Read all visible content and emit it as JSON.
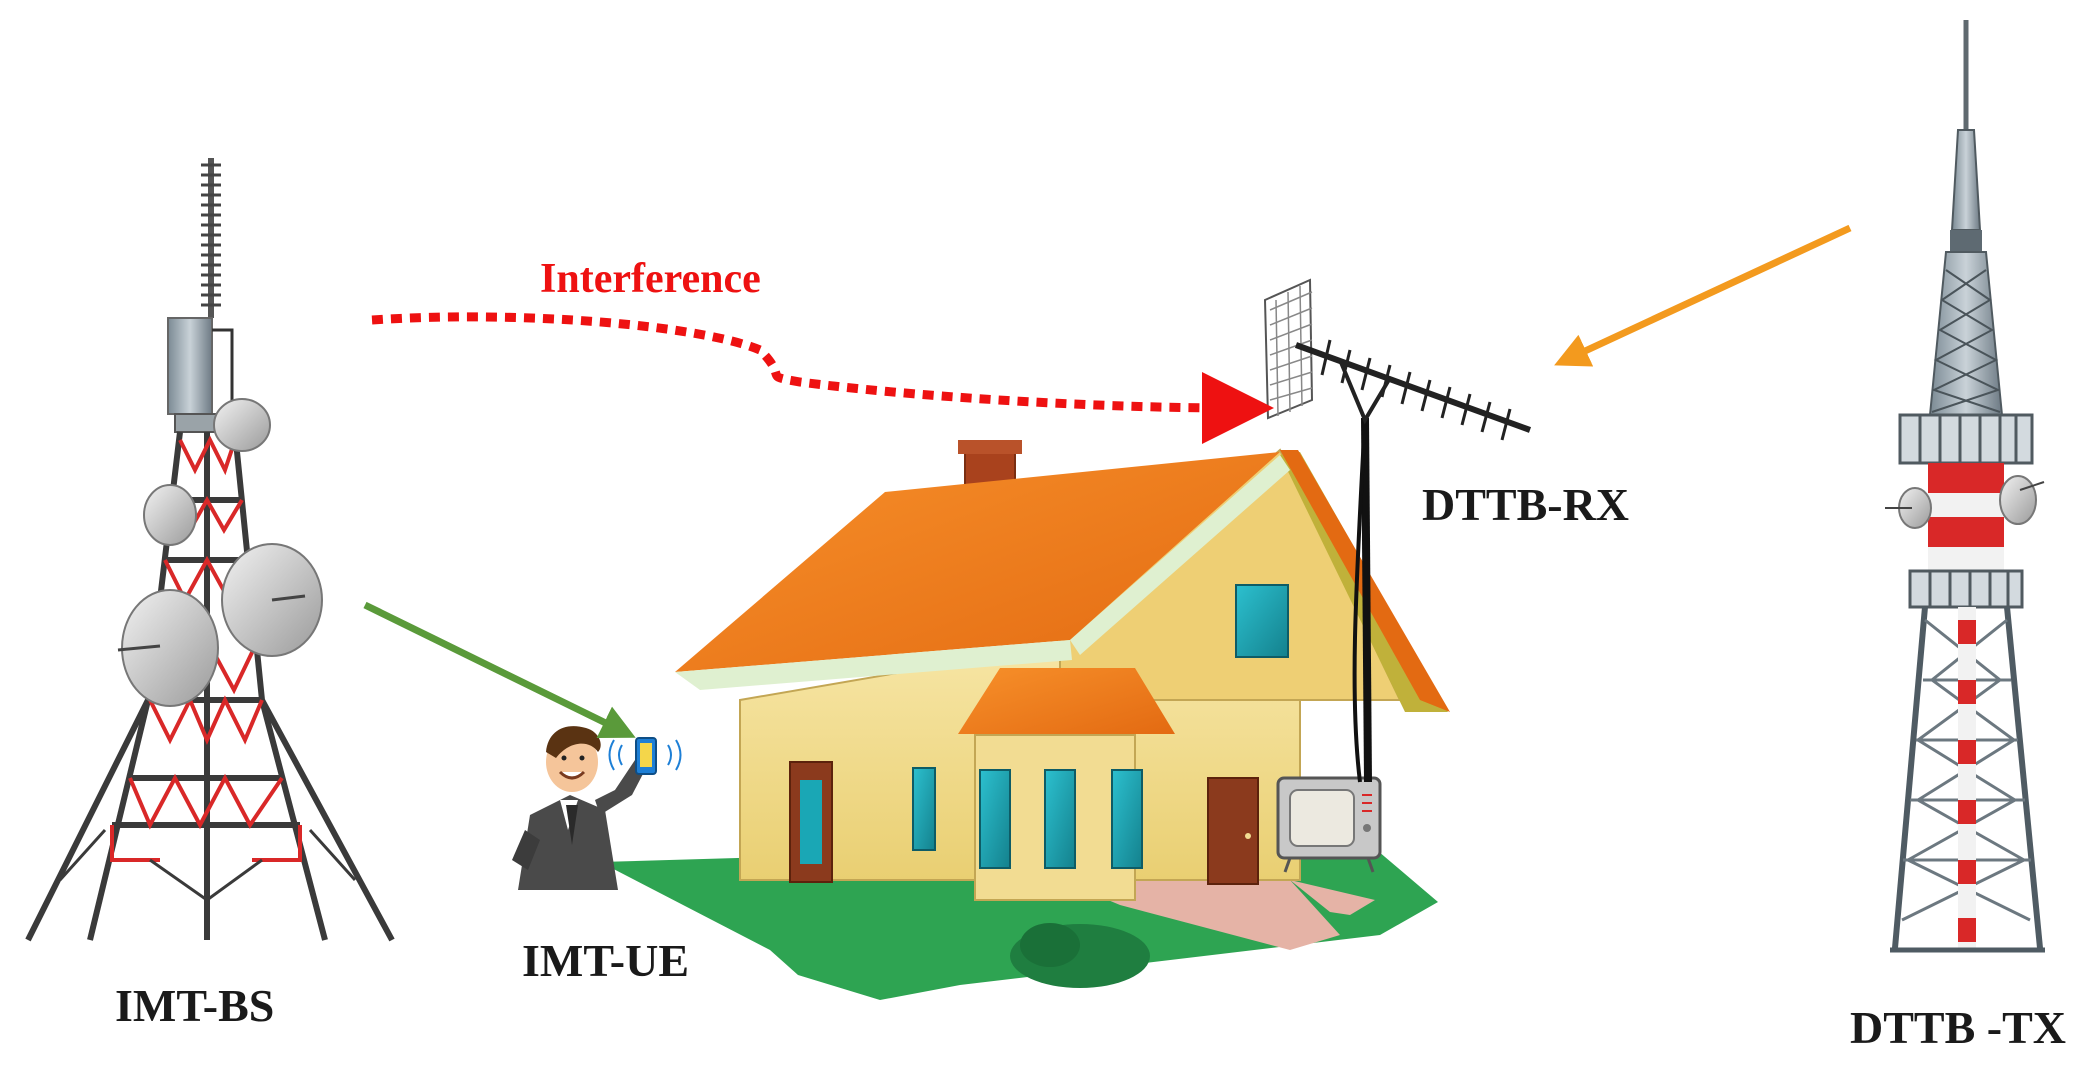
{
  "labels": {
    "interference": "Interference",
    "dttb_rx": "DTTB-RX",
    "imt_ue": "IMT-UE",
    "imt_bs": "IMT-BS",
    "dttb_tx": "DTTB -TX"
  },
  "colors": {
    "interference": "#ee1111",
    "signal_bs_to_ue": "#5a9a3a",
    "signal_tx_to_rx": "#f39a1e",
    "roof": "#f07a1a",
    "walls": "#f4df90",
    "lawn": "#2ea452",
    "tower_lattice": "#3a3a3a",
    "tower_accent": "#d92828"
  },
  "icons": {
    "imt_bs": "cell-tower-icon",
    "imt_ue": "person-with-phone-icon",
    "dttb_rx": "tv-antenna-icon",
    "dttb_tx": "broadcast-tower-icon",
    "house": "house-icon",
    "television": "television-icon"
  }
}
